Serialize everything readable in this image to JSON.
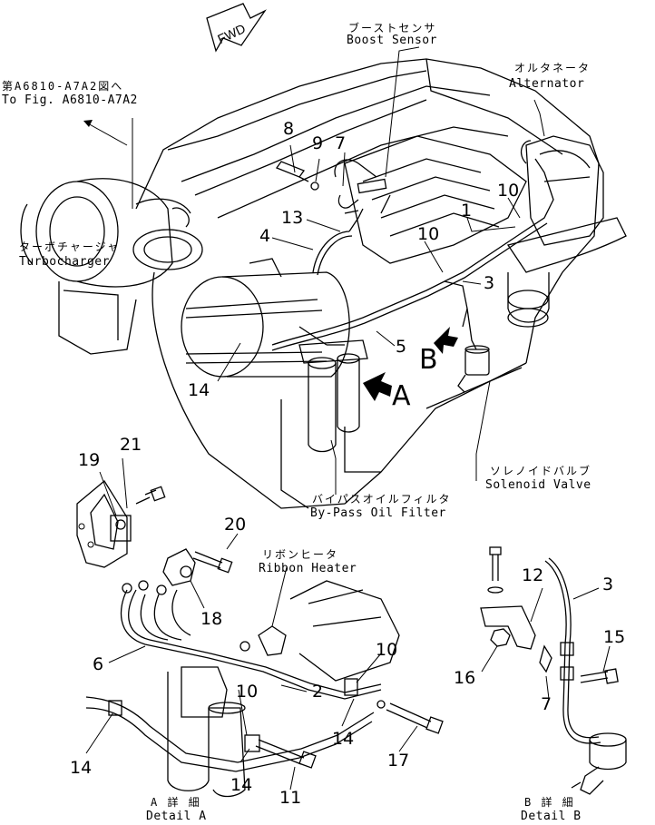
{
  "fwd_label": "FWD",
  "labels": {
    "boost_jp": "ブーストセンサ",
    "boost_en": "Boost  Sensor",
    "ref_jp": "第A6810-A7A2図へ",
    "ref_en": "To  Fig. A6810-A7A2",
    "alt_jp": "オルタネータ",
    "alt_en": "Alternator",
    "turbo_jp": "ターボチャージャ",
    "turbo_en": "Turbocharger",
    "solenoid_jp": "ソレノイドバルブ",
    "solenoid_en": "Solenoid  Valve",
    "bypass_jp": "バイパスオイルフィルタ",
    "bypass_en": "By-Pass  Oil  Filter",
    "ribbon_jp": "リボンヒータ",
    "ribbon_en": "Ribbon  Heater",
    "detail_a_jp": "A 詳 細",
    "detail_a_en": "Detail  A",
    "detail_b_jp": "B 詳 細",
    "detail_b_en": "Detail  B"
  },
  "views": {
    "a": "A",
    "b": "B"
  },
  "part_numbers": {
    "p8": "8",
    "p9": "9",
    "p7_top": "7",
    "p13": "13",
    "p4": "4",
    "p10_mid": "10",
    "p1": "1",
    "p10_top": "10",
    "p3_top": "3",
    "p5": "5",
    "p14_top": "14",
    "p21": "21",
    "p19": "19",
    "p20": "20",
    "p18": "18",
    "p6": "6",
    "p10_da1": "10",
    "p10_da2": "10",
    "p2": "2",
    "p14_da1": "14",
    "p14_da2": "14",
    "p14_da3": "14",
    "p11": "11",
    "p17": "17",
    "p12": "12",
    "p3_db": "3",
    "p15": "15",
    "p16": "16",
    "p7_db": "7"
  }
}
